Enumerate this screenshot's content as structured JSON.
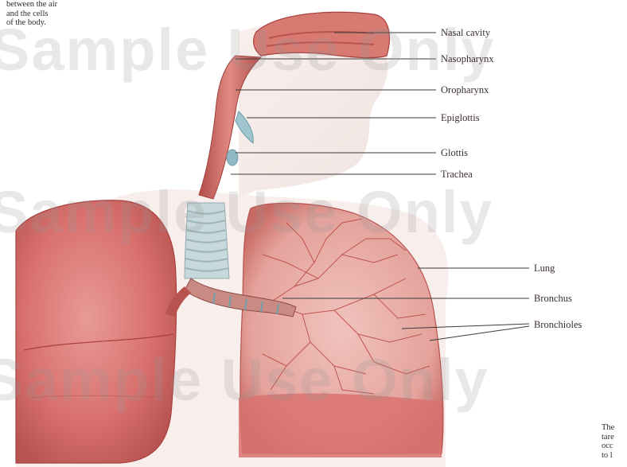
{
  "intro_lines": [
    "between the air",
    "and the cells",
    "of the body."
  ],
  "labels": {
    "nasal_cavity": "Nasal cavity",
    "nasopharynx": "Nasopharynx",
    "oropharynx": "Oropharynx",
    "epiglottis": "Epiglottis",
    "glottis": "Glottis",
    "trachea": "Trachea",
    "lung": "Lung",
    "bronchus": "Bronchus",
    "bronchioles": "Bronchioles"
  },
  "outro_lines": [
    "The",
    "tare",
    "occ",
    "to l"
  ],
  "watermark": [
    "Sample Use Only",
    "Sample Use Only",
    "Sample Use Only"
  ],
  "colors": {
    "tissue": "#d9726f",
    "tissue_dark": "#a9403f",
    "cartilage": "#cfdde0",
    "skin": "#f3e7e3",
    "bronchiole_net": "#b8453f"
  }
}
